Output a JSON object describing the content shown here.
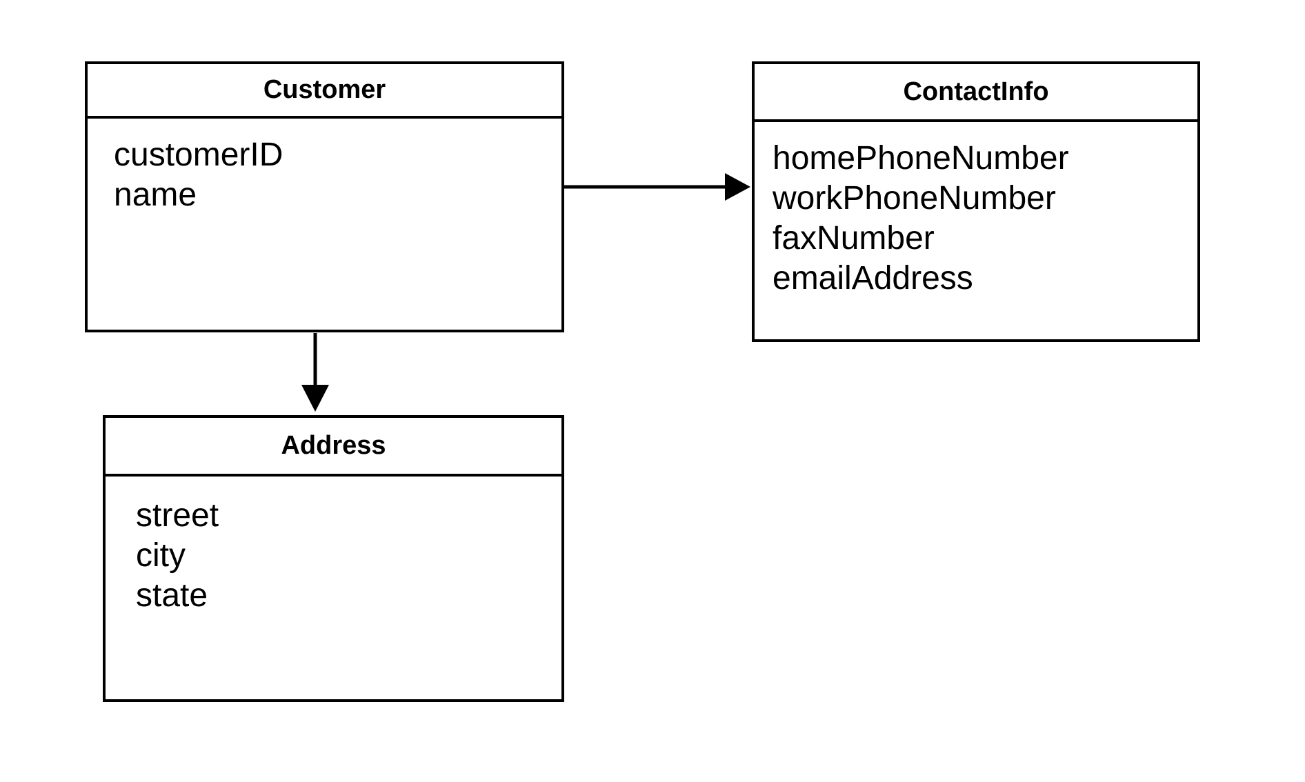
{
  "diagram": {
    "type": "uml-class-diagram",
    "background_color": "#ffffff",
    "line_color": "#000000",
    "classes": [
      {
        "id": "customer",
        "title": "Customer",
        "attributes": [
          "customerID",
          "name"
        ]
      },
      {
        "id": "contactinfo",
        "title": "ContactInfo",
        "attributes": [
          "homePhoneNumber",
          "workPhoneNumber",
          "faxNumber",
          "emailAddress"
        ]
      },
      {
        "id": "address",
        "title": "Address",
        "attributes": [
          "street",
          "city",
          "state"
        ]
      }
    ],
    "relations": [
      {
        "from": "Customer",
        "to": "ContactInfo",
        "style": "solid-arrow",
        "direction": "right"
      },
      {
        "from": "Customer",
        "to": "Address",
        "style": "solid-arrow",
        "direction": "down"
      }
    ]
  }
}
